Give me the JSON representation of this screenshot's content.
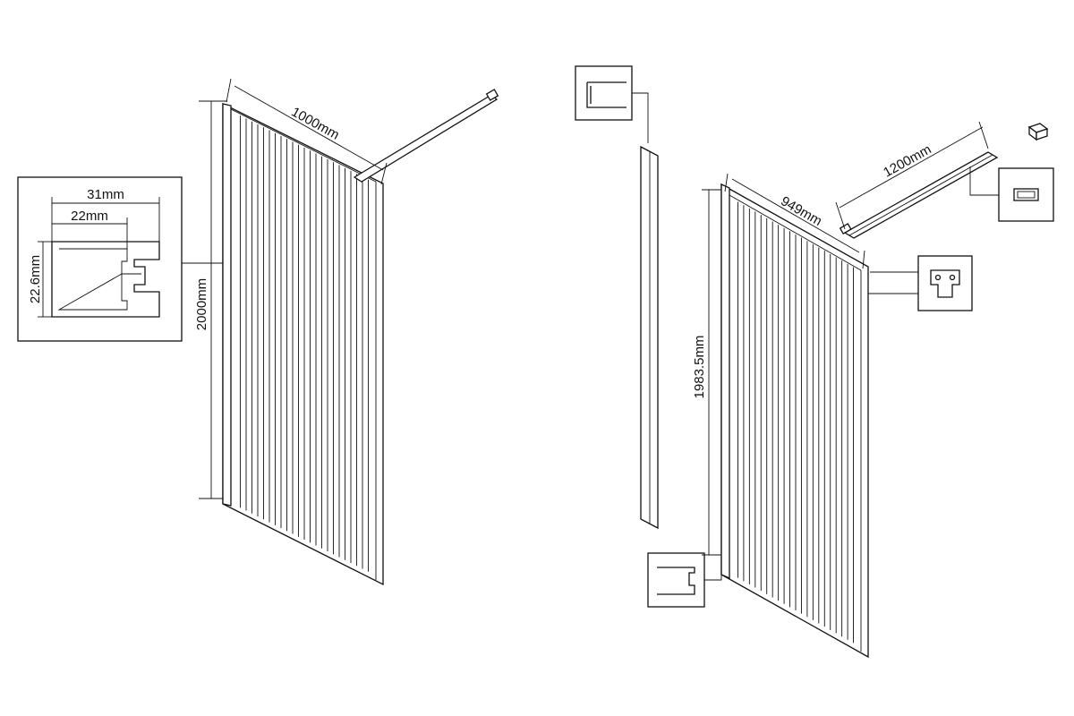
{
  "left_assembly": {
    "profile_detail": {
      "dim_width_outer": "31mm",
      "dim_width_inner": "22mm",
      "dim_height": "22.6mm"
    },
    "panel": {
      "dim_height": "2000mm",
      "dim_width": "1000mm"
    }
  },
  "right_assembly": {
    "panel": {
      "dim_height": "1983.5mm",
      "dim_width": "949mm"
    },
    "support_bar": {
      "dim_length": "1200mm"
    },
    "detail_callouts": [
      "wall-channel-profile-top",
      "wall-channel-profile-bottom",
      "panel-top-clamp-profile",
      "bar-section-profile",
      "bar-end-cap"
    ]
  },
  "colors": {
    "line": "#111111",
    "background": "#ffffff"
  }
}
